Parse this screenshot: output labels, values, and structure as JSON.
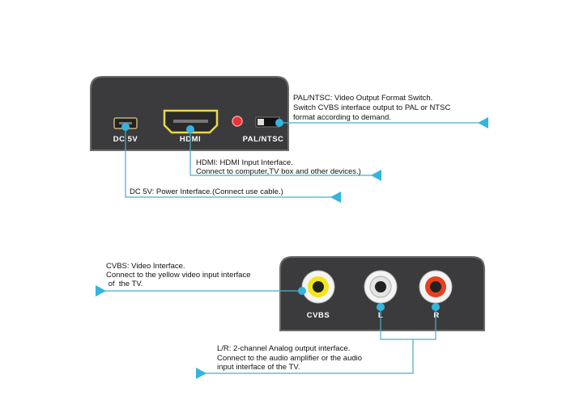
{
  "top_panel": {
    "ports": {
      "dc": "DC 5V",
      "hdmi": "HDMI",
      "switch": "PAL/NTSC"
    },
    "notes": {
      "pal_ntsc": [
        "PAL/NTSC: Video Output Format Switch.",
        "Switch CVBS interface output to PAL or NTSC",
        "format  according to demand."
      ],
      "hdmi": [
        "HDMI:  HDMI Input Interface.",
        "Connect to computer,TV box and other devices.)"
      ],
      "dc": [
        "DC 5V: Power Interface.(Connect use cable.)"
      ]
    }
  },
  "bottom_panel": {
    "ports": {
      "cvbs": "CVBS",
      "left": "L",
      "right": "R"
    },
    "notes": {
      "cvbs": [
        "CVBS: Video Interface.",
        "Connect to the yellow video input interface",
        " of  the TV."
      ],
      "lr": [
        "L/R:  2-channel Analog output interface.",
        "Connect to the audio amplifier or the audio",
        "input interface of the TV."
      ]
    }
  },
  "colors": {
    "line": "#4aaec8",
    "dot": "#33b5dc",
    "device": "#3b3b3d"
  }
}
